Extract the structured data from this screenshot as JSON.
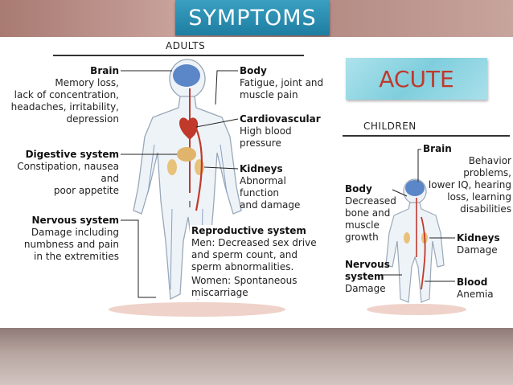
{
  "title": "SYMPTOMS",
  "acute_label": "ACUTE",
  "adults": {
    "header": "ADULTS",
    "brain_title": "Brain",
    "brain_lines": [
      "Memory loss,",
      "lack of concentration,",
      "headaches, irritability,",
      "depression"
    ],
    "digestive_title": "Digestive system",
    "digestive_lines": [
      "Constipation, nausea and",
      "poor appetite"
    ],
    "nervous_title": "Nervous system",
    "nervous_lines": [
      "Damage including",
      "numbness and pain",
      "in the extremities"
    ],
    "body_title": "Body",
    "body_lines": [
      "Fatigue, joint and",
      "muscle pain"
    ],
    "cardio_title": "Cardiovascular",
    "cardio_lines": [
      "High blood",
      "pressure"
    ],
    "kidneys_title": "Kidneys",
    "kidneys_lines": [
      "Abnormal",
      "function",
      "and damage"
    ],
    "repro_title": "Reproductive system",
    "repro_men": [
      "Men: Decreased sex drive",
      "and sperm count, and",
      "sperm abnormalities."
    ],
    "repro_women": [
      "Women: Spontaneous",
      "miscarriage"
    ]
  },
  "children": {
    "header": "CHILDREN",
    "brain_title": "Brain",
    "brain_lines": [
      "Behavior problems,",
      "lower IQ, hearing",
      "loss, learning",
      "disabilities"
    ],
    "body_title": "Body",
    "body_lines": [
      "Decreased",
      "bone and",
      "muscle",
      "growth"
    ],
    "nervous_title": [
      "Nervous",
      "system"
    ],
    "nervous_lines": [
      "Damage"
    ],
    "kidneys_title": "Kidneys",
    "kidneys_lines": [
      "Damage"
    ],
    "blood_title": "Blood",
    "blood_lines": [
      "Anemia"
    ]
  },
  "colors": {
    "title_bg": "#2a8fb3",
    "acute_text": "#c0392b",
    "organ_red": "#c0392b",
    "brain_blue": "#5b86c7"
  }
}
